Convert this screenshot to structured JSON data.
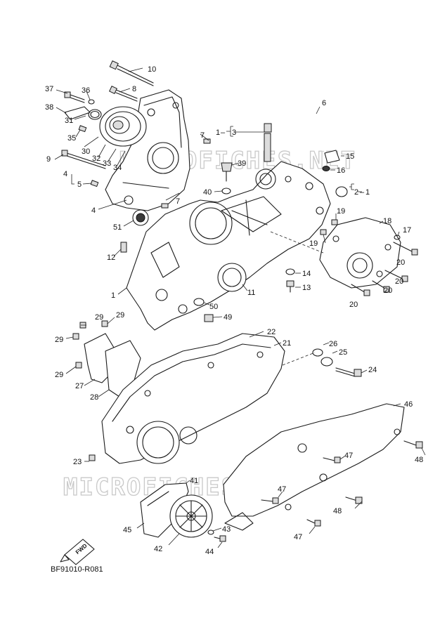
{
  "diagram_code": "BF91010-R081",
  "watermark_text": "MICROFICHES.NET",
  "fwd_label": "FWD",
  "callouts": {
    "c1": "1",
    "c1b": "1",
    "c1c": "1",
    "c3": "3",
    "c2": "2",
    "c4": "4",
    "c4b": "4",
    "c5": "5",
    "c6": "6",
    "c7": "7",
    "c7b": "7",
    "c8": "8",
    "c9": "9",
    "c10": "10",
    "c11": "11",
    "c12": "12",
    "c13": "13",
    "c14": "14",
    "c15": "15",
    "c16": "16",
    "c17": "17",
    "c18": "18",
    "c19": "19",
    "c19b": "19",
    "c20a": "20",
    "c20b": "20",
    "c20c": "20",
    "c20d": "20",
    "c21": "21",
    "c22": "22",
    "c23": "23",
    "c24": "24",
    "c25": "25",
    "c26": "26",
    "c27": "27",
    "c28": "28",
    "c29a": "29",
    "c29b": "29",
    "c29c": "29",
    "c29d": "29",
    "c30": "30",
    "c31": "31",
    "c32": "32",
    "c33": "33",
    "c34": "34",
    "c35": "35",
    "c36": "36",
    "c37": "37",
    "c38": "38",
    "c39": "39",
    "c40": "40",
    "c41": "41",
    "c42": "42",
    "c43": "43",
    "c44": "44",
    "c45": "45",
    "c46": "46",
    "c47a": "47",
    "c47b": "47",
    "c47c": "47",
    "c48a": "48",
    "c48b": "48",
    "c49": "49",
    "c50": "50",
    "c51": "51"
  }
}
